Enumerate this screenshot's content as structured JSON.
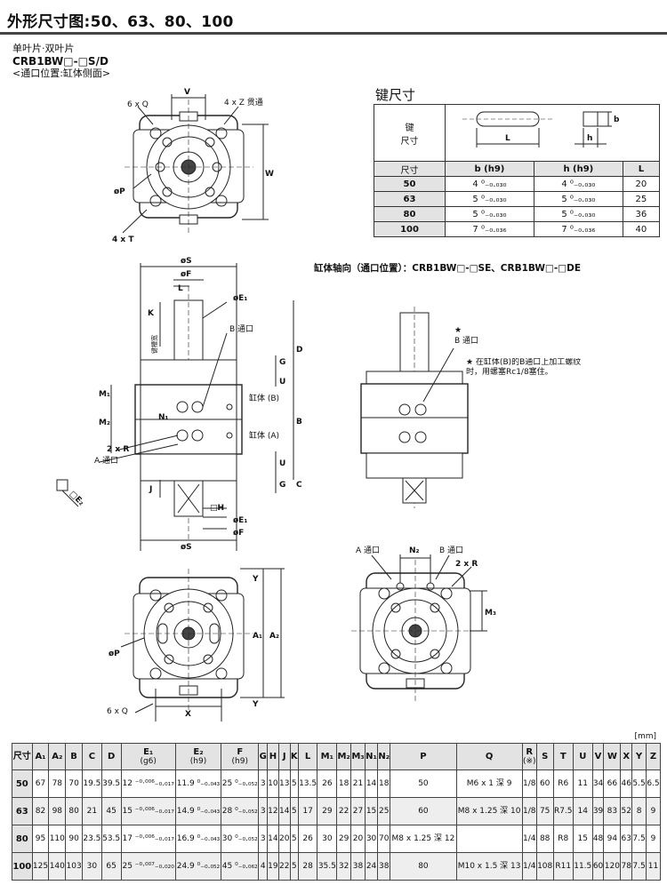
{
  "page": {
    "title": "外形尺寸图:50、63、80、100",
    "vane_type": "单叶片·双叶片",
    "model": "CRB1BW□-□S/D",
    "port_location": "<通口位置:缸体侧面>",
    "direction_title": "缸体轴向（通口位置）：CRB1BW□-□SE、CRB1BW□-□DE",
    "unit": "[mm]"
  },
  "drawing_labels": {
    "top_6q": "6 x Q",
    "top_v": "V",
    "top_4z": "4 x Z 贯通",
    "top_w": "W",
    "top_p": "øP",
    "top_4t": "4 x T",
    "side_s": "øS",
    "side_f": "øF",
    "side_l": "L",
    "side_e1": "øE₁",
    "side_k": "K",
    "side_keyway": "键槽宽",
    "side_b_port": "B 通口",
    "side_d": "D",
    "side_g": "G",
    "side_u": "U",
    "side_m1": "M₁",
    "side_m2": "M₂",
    "side_n1": "N₁",
    "side_cyl_b": "缸体 (B)",
    "side_cyl_a": "缸体 (A)",
    "side_b": "B",
    "side_2r": "2 x R",
    "side_a_port": "A 通口",
    "side_c": "C",
    "side_j": "J",
    "side_h": "□H",
    "side_e1b": "øE₁",
    "side_fb": "øF",
    "side_sb": "øS",
    "side_e2": "□E₂",
    "right_star": "★",
    "right_b_port": "B 通口",
    "right_note": "★ 在缸体(B)的B通口上加工螺纹时，用螺塞Rc1/8塞住。",
    "bottom_y": "Y",
    "bottom_a1": "A₁",
    "bottom_a2": "A₂",
    "bottom_p": "øP",
    "bottom_6q": "6 x Q",
    "bottom_x": "X",
    "br_a_port": "A 通口",
    "br_n2": "N₂",
    "br_b_port": "B 通口",
    "br_2r": "2 x R",
    "br_m3": "M₃"
  },
  "key_table": {
    "title": "键尺寸",
    "fig_label_line1": "键",
    "fig_label_line2": "尺寸",
    "fig_l": "L",
    "fig_h": "h",
    "fig_b": "b",
    "headers": [
      "尺寸",
      "b (h9)",
      "h (h9)",
      "L"
    ],
    "rows": [
      {
        "size": "50",
        "b": "4 ⁰₋₀.₀₃₀",
        "h": "4 ⁰₋₀.₀₃₀",
        "L": "20"
      },
      {
        "size": "63",
        "b": "5 ⁰₋₀.₀₃₀",
        "h": "5 ⁰₋₀.₀₃₀",
        "L": "25"
      },
      {
        "size": "80",
        "b": "5 ⁰₋₀.₀₃₀",
        "h": "5 ⁰₋₀.₀₃₀",
        "L": "36"
      },
      {
        "size": "100",
        "b": "7 ⁰₋₀.₀₃₆",
        "h": "7 ⁰₋₀.₀₃₆",
        "L": "40"
      }
    ]
  },
  "spec_table": {
    "headers": [
      {
        "t": "尺寸",
        "s": ""
      },
      {
        "t": "A₁",
        "s": ""
      },
      {
        "t": "A₂",
        "s": ""
      },
      {
        "t": "B",
        "s": ""
      },
      {
        "t": "C",
        "s": ""
      },
      {
        "t": "D",
        "s": ""
      },
      {
        "t": "E₁",
        "s": "(g6)"
      },
      {
        "t": "E₂",
        "s": "(h9)"
      },
      {
        "t": "F",
        "s": "(h9)"
      },
      {
        "t": "G",
        "s": ""
      },
      {
        "t": "H",
        "s": ""
      },
      {
        "t": "J",
        "s": ""
      },
      {
        "t": "K",
        "s": ""
      },
      {
        "t": "L",
        "s": ""
      },
      {
        "t": "M₁",
        "s": ""
      },
      {
        "t": "M₂",
        "s": ""
      },
      {
        "t": "M₃",
        "s": ""
      },
      {
        "t": "N₁",
        "s": ""
      },
      {
        "t": "N₂",
        "s": ""
      },
      {
        "t": "P",
        "s": ""
      },
      {
        "t": "Q",
        "s": ""
      },
      {
        "t": "R",
        "s": "(※)"
      },
      {
        "t": "S",
        "s": ""
      },
      {
        "t": "T",
        "s": ""
      },
      {
        "t": "U",
        "s": ""
      },
      {
        "t": "V",
        "s": ""
      },
      {
        "t": "W",
        "s": ""
      },
      {
        "t": "X",
        "s": ""
      },
      {
        "t": "Y",
        "s": ""
      },
      {
        "t": "Z",
        "s": ""
      }
    ],
    "rows": [
      [
        "50",
        "67",
        "78",
        "70",
        "19.5",
        "39.5",
        "12 ⁻⁰·⁰⁰⁶₋₀.₀₁₇",
        "11.9 ⁰₋₀.₀₄₃",
        "25 ⁰₋₀.₀₅₂",
        "3",
        "10",
        "13",
        "5",
        "13.5",
        "26",
        "18",
        "21",
        "14",
        "18",
        "50",
        "M6 x 1 深 9",
        "1/8",
        "60",
        "R6",
        "11",
        "34",
        "66",
        "46",
        "5.5",
        "6.5"
      ],
      [
        "63",
        "82",
        "98",
        "80",
        "21",
        "45",
        "15 ⁻⁰·⁰⁰⁶₋₀.₀₁₇",
        "14.9 ⁰₋₀.₀₄₃",
        "28 ⁰₋₀.₀₅₂",
        "3",
        "12",
        "14",
        "5",
        "17",
        "29",
        "22",
        "27",
        "15",
        "25",
        "60",
        "M8 x 1.25 深 10",
        "1/8",
        "75",
        "R7.5",
        "14",
        "39",
        "83",
        "52",
        "8",
        "9"
      ],
      [
        "80",
        "95",
        "110",
        "90",
        "23.5",
        "53.5",
        "17 ⁻⁰·⁰⁰⁶₋₀.₀₁₇",
        "16.9 ⁰₋₀.₀₄₃",
        "30 ⁰₋₀.₀₅₂",
        "3",
        "14",
        "20",
        "5",
        "26",
        "30",
        "29",
        "20",
        "30",
        "70",
        "M8 x 1.25 深 12",
        "",
        "1/4",
        "88",
        "R8",
        "15",
        "48",
        "94",
        "63",
        "7.5",
        "9"
      ],
      [
        "100",
        "125",
        "140",
        "103",
        "30",
        "65",
        "25 ⁻⁰·⁰⁰⁷₋₀.₀₂₀",
        "24.9 ⁰₋₀.₀₅₂",
        "45 ⁰₋₀.₀₆₂",
        "4",
        "19",
        "22",
        "5",
        "28",
        "35.5",
        "32",
        "38",
        "24",
        "38",
        "80",
        "M10 x 1.5 深 13",
        "1/4",
        "108",
        "R11",
        "11.5",
        "60",
        "120",
        "78",
        "7.5",
        "11"
      ]
    ]
  }
}
